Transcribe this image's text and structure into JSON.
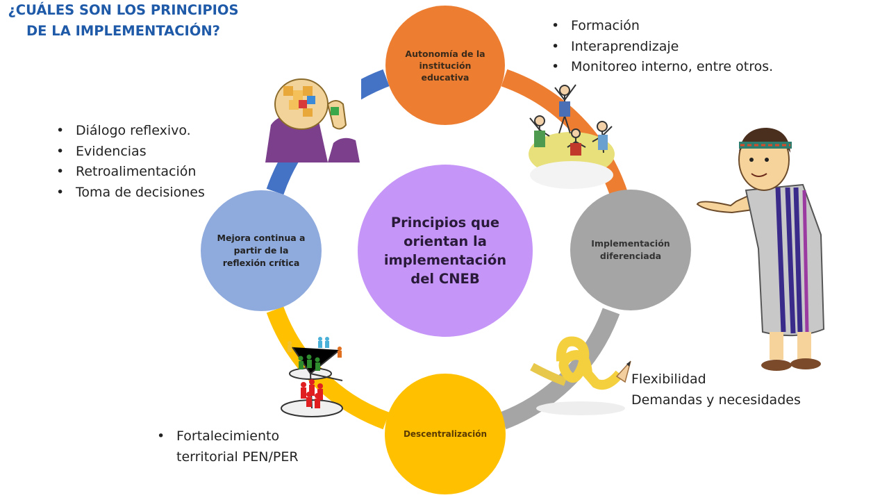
{
  "title": "¿CUÁLES SON LOS PRINCIPIOS DE LA IMPLEMENTACIÓN?",
  "center": "Principios que orientan la implementación del CNEB",
  "principles": {
    "top": "Autonomía de la institución educativa",
    "right": "Implementación diferenciada",
    "bottom": "Descentralización",
    "left": "Mejora continua a partir de la reflexión crítica"
  },
  "notes": {
    "top_right": [
      "Formación",
      "Interaprendizaje",
      "Monitoreo interno, entre otros."
    ],
    "left": [
      "Diálogo reflexivo.",
      "Evidencias",
      "Retroalimentación",
      "Toma de decisiones"
    ],
    "bottom_left": [
      "Fortalecimiento",
      "territorial PEN/PER"
    ],
    "bottom_right": [
      "Flexibilidad",
      "Demandas y necesidades"
    ]
  },
  "colors": {
    "title": "#1f5aa8",
    "top": "#ed7d31",
    "right": "#a5a5a5",
    "bottom": "#ffc000",
    "left": "#8faadc",
    "center": "#c596f7",
    "arc_blue": "#4472c4"
  }
}
